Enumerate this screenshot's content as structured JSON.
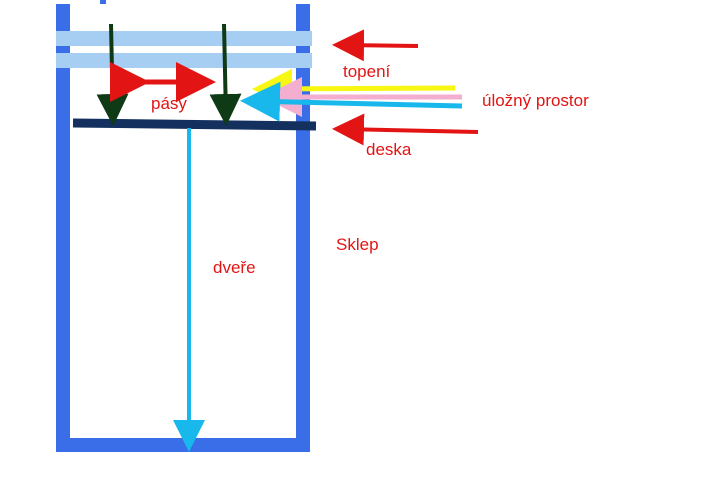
{
  "labels": {
    "topeni": "topení",
    "pasy": "pásy",
    "ulozny_prostor": "úložný prostor",
    "deska": "deska",
    "sklep": "Sklep",
    "dvere": "dveře"
  },
  "colors": {
    "wall": "#3a6ee8",
    "pipe": "#a6cdf2",
    "board": "#13305e",
    "strap_arrow": "#0f3a16",
    "red_arrow": "#e31414",
    "yellow_arrow": "#f7f713",
    "pink_arrow": "#f4aed0",
    "cyan_arrow": "#18b8ec",
    "label_text": "#e31414"
  }
}
